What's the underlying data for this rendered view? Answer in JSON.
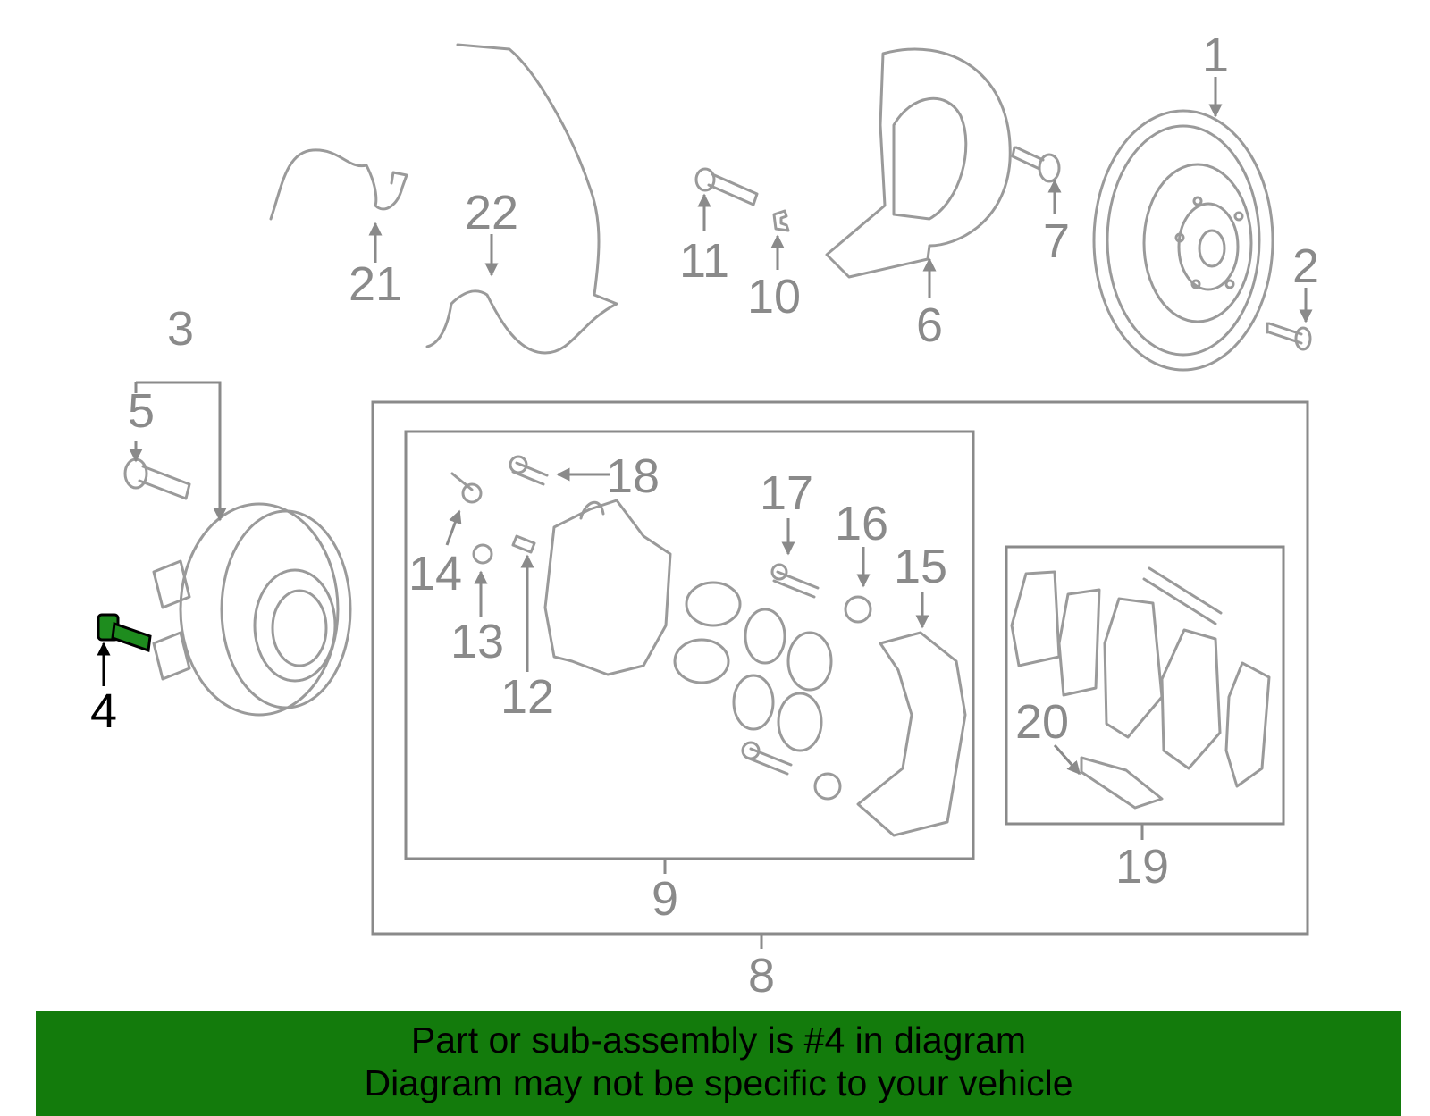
{
  "highlight_part": "4",
  "colors": {
    "banner": "#137b0c",
    "highlight_part": "#1e8c1e",
    "line_art": "#9a9a9a"
  },
  "labels": {
    "p1": "1",
    "p2": "2",
    "p3": "3",
    "p4": "4",
    "p5": "5",
    "p6": "6",
    "p7": "7",
    "p8": "8",
    "p9": "9",
    "p10": "10",
    "p11": "11",
    "p12": "12",
    "p13": "13",
    "p14": "14",
    "p15": "15",
    "p16": "16",
    "p17": "17",
    "p18": "18",
    "p19": "19",
    "p20": "20",
    "p21": "21",
    "p22": "22"
  },
  "banner": {
    "line1": "Part or sub-assembly is #4 in diagram",
    "line2": "Diagram may not be specific to your vehicle"
  }
}
